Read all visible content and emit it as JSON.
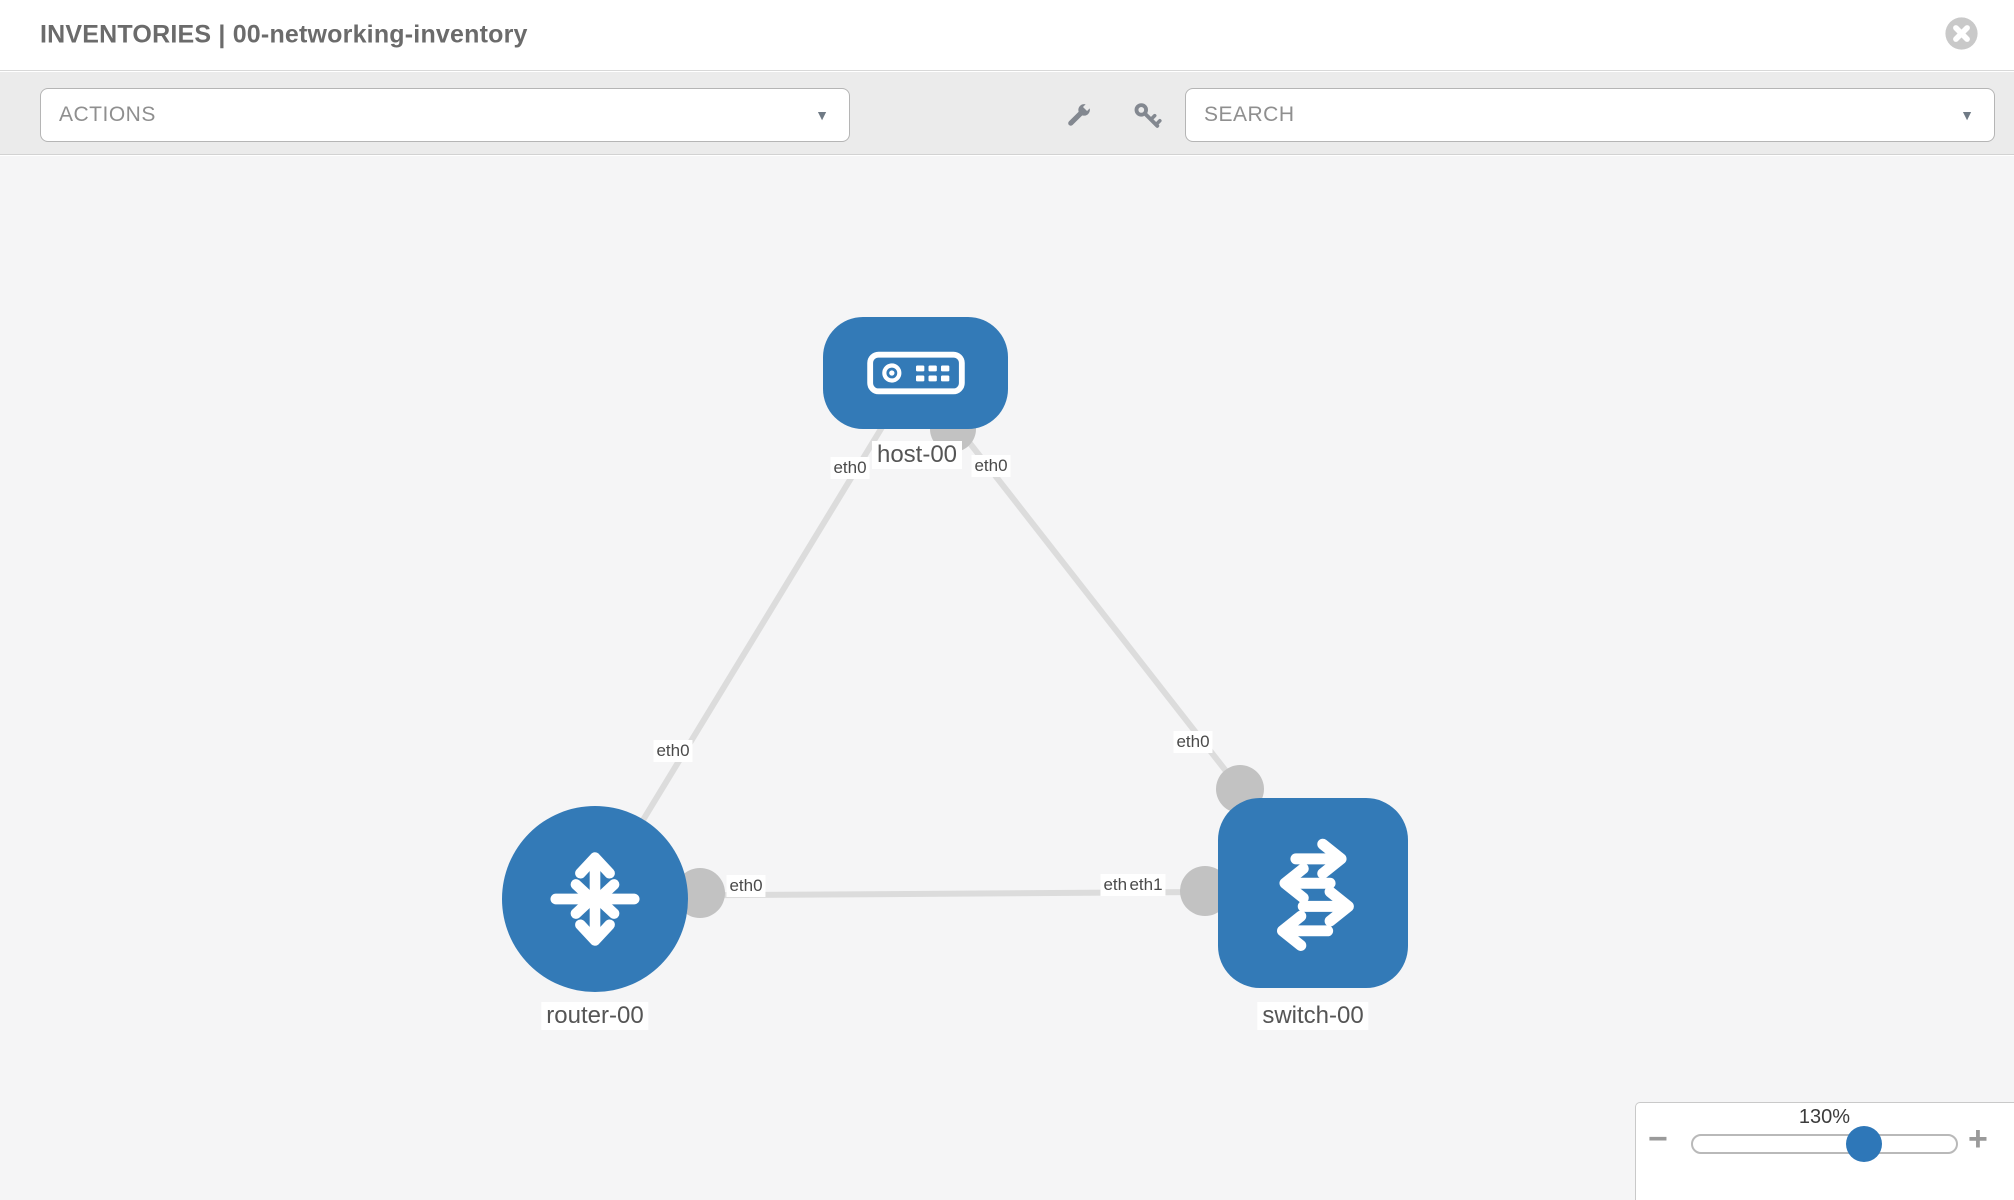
{
  "window": {
    "title": "INVENTORIES | 00-networking-inventory"
  },
  "header": {
    "close_icon": "close-x"
  },
  "toolbar": {
    "actions_label": "ACTIONS",
    "search_label": "SEARCH",
    "caret_glyph": "▼",
    "wrench_icon": "wrench",
    "key_icon": "key"
  },
  "diagram": {
    "nodes": [
      {
        "label": "host-00",
        "type": "host"
      },
      {
        "label": "router-00",
        "type": "router"
      },
      {
        "label": "switch-00",
        "type": "switch"
      }
    ],
    "links": [
      {
        "from": "host-00",
        "from_interface": "eth0",
        "to": "router-00",
        "to_interface": "eth0"
      },
      {
        "from": "host-00",
        "from_interface": "eth0",
        "to": "switch-00",
        "to_interface": "eth0"
      },
      {
        "from": "router-00",
        "from_interface": "eth0",
        "to": "switch-00",
        "to_interface": "eth1"
      }
    ]
  },
  "zoom": {
    "value": "130%",
    "minus_glyph": "−",
    "plus_glyph": "+"
  },
  "colors": {
    "node_blue": "#337ab7",
    "link_gray": "#dcdcdc",
    "endpoint_gray": "#c2c2c2",
    "slider_blue": "#2e77b8",
    "canvas_bg": "#f5f5f6",
    "toolbar_bg": "#ebebeb"
  }
}
